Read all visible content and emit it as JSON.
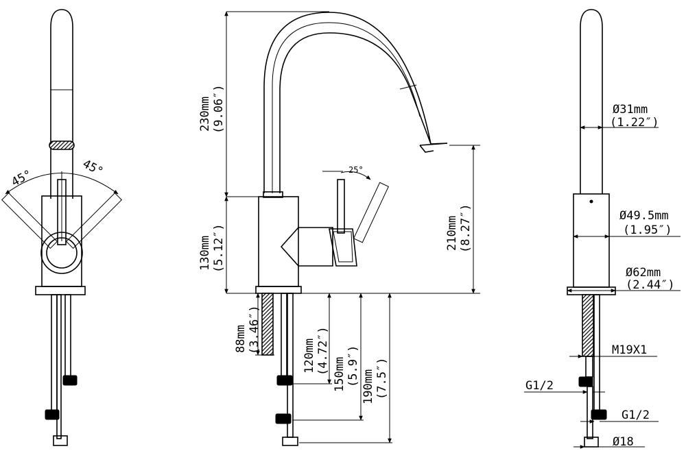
{
  "diagram": {
    "front_view": {
      "angle_left": "45°",
      "angle_right": "45°"
    },
    "side_view": {
      "lever_angle": "25°",
      "dims": {
        "spout_height": {
          "mm": "230mm",
          "in": "(9.06″)"
        },
        "body_height": {
          "mm": "130mm",
          "in": "(5.12″)"
        },
        "outlet_height": {
          "mm": "210mm",
          "in": "(8.27″)"
        },
        "hose_88": {
          "mm": "88mm",
          "in": "(3.46″)"
        },
        "hose_120": {
          "mm": "120mm",
          "in": "(4.72″)"
        },
        "hose_150": {
          "mm": "150mm",
          "in": "(5.9″)"
        },
        "hose_190": {
          "mm": "190mm",
          "in": "(7.5″)"
        }
      }
    },
    "right_view": {
      "dia_spout": {
        "mm": "Ø31mm",
        "in": "(1.22″)"
      },
      "dia_body": {
        "mm": "Ø49.5mm",
        "in": "(1.95″)"
      },
      "dia_base": {
        "mm": "Ø62mm",
        "in": "(2.44″)"
      },
      "thread": "M19X1",
      "g_left": "G1/2",
      "g_right": "G1/2",
      "dia_pipe": "Ø18"
    }
  }
}
